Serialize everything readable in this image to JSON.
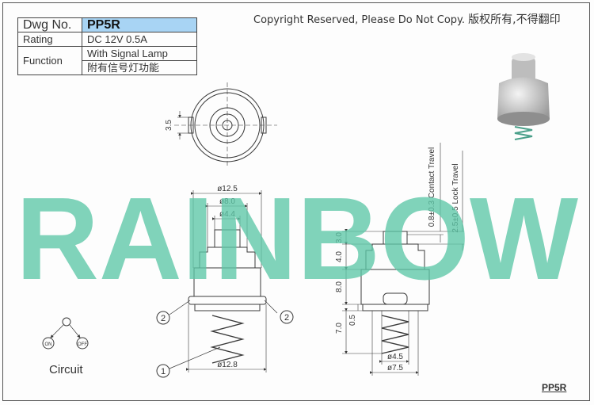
{
  "title_block": {
    "dwg_label": "Dwg No.",
    "dwg_value": "PP5R",
    "rating_label": "Rating",
    "rating_value": "DC 12V 0.5A",
    "function_label": "Function",
    "function_value_en": "With Signal Lamp",
    "function_value_cn": "附有信号灯功能"
  },
  "copyright": {
    "en": "Copyright Reserved, Please Do Not Copy.",
    "cn": "版权所有,不得翻印"
  },
  "watermark": "RAINBOW",
  "dimensions": {
    "top_view_height": "3.5",
    "outer_dia": "ø12.5",
    "mid_dia": "ø8.0",
    "inner_dia": "ø4.4",
    "base_dia": "ø12.8",
    "side_h1": "3.0",
    "side_h2": "4.0",
    "side_h3": "8.0",
    "side_h4": "7.0",
    "side_h5": "0.5",
    "contact_travel": "0.8±0.3 Contact Travel",
    "lock_travel": "2.5±0.5 Lock Travel",
    "spring_dia": "ø4.5",
    "bottom_dia": "ø7.5"
  },
  "callouts": {
    "one": "1",
    "two": "2"
  },
  "circuit": {
    "label": "Circuit",
    "on": "ON",
    "off": "OFF"
  },
  "part_label": "PP5R",
  "colors": {
    "watermark": "#5cc6a6",
    "title_highlight": "#a8d4f4",
    "line": "#3a3a3a"
  }
}
